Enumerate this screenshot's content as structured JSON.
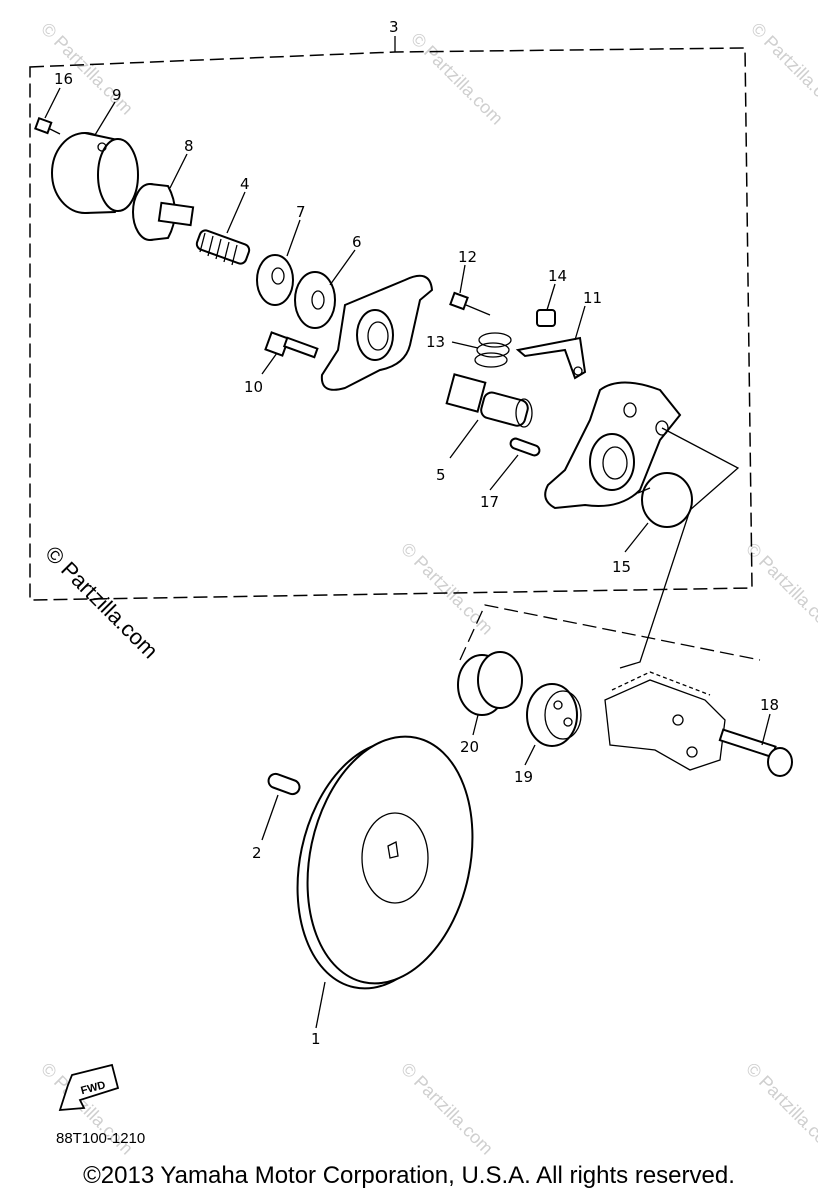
{
  "parts": {
    "p1": "1",
    "p2": "2",
    "p3": "3",
    "p4": "4",
    "p5": "5",
    "p6": "6",
    "p7": "7",
    "p8": "8",
    "p9": "9",
    "p10": "10",
    "p11": "11",
    "p12": "12",
    "p13": "13",
    "p14": "14",
    "p15": "15",
    "p16": "16",
    "p17": "17",
    "p18": "18",
    "p19": "19",
    "p20": "20"
  },
  "fwd_label": "FWD",
  "drawing_code": "88T100-1210",
  "copyright": "©2013 Yamaha Motor Corporation, U.S.A. All rights reserved.",
  "watermark": "© Partzilla.com"
}
